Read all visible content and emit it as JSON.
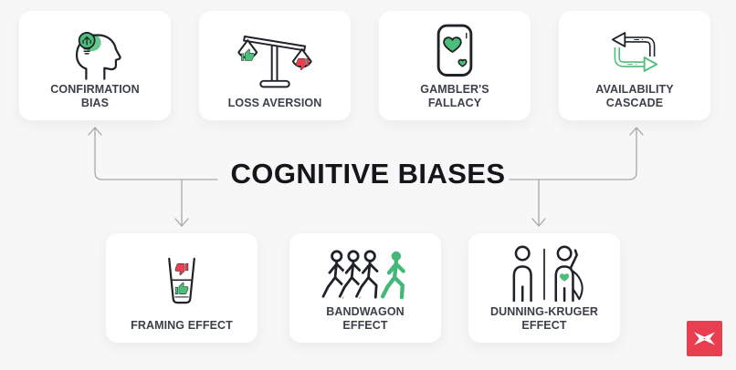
{
  "title": "COGNITIVE BIASES",
  "colors": {
    "accent_green": "#4dbd7a",
    "accent_red": "#e8414f",
    "ink": "#1f2329",
    "label_text": "#3b4049",
    "connector": "#a8a8a8",
    "background": "#f7f7f8",
    "card_background": "#ffffff",
    "logo_red": "#e83e4f"
  },
  "cards_top": [
    {
      "label": "CONFIRMATION BIAS",
      "icon": "head-lightbulb-icon"
    },
    {
      "label": "LOSS AVERSION",
      "icon": "balance-scale-icon"
    },
    {
      "label": "GAMBLER'S FALLACY",
      "icon": "playing-card-hearts-icon"
    },
    {
      "label": "AVAILABILITY CASCADE",
      "icon": "cycle-arrows-icon"
    }
  ],
  "cards_bottom": [
    {
      "label": "FRAMING EFFECT",
      "icon": "half-full-glass-icon"
    },
    {
      "label": "BANDWAGON EFFECT",
      "icon": "walking-crowd-icon"
    },
    {
      "label": "DUNNING-KRUGER EFFECT",
      "icon": "person-superhero-icon"
    }
  ],
  "logo": {
    "name": "xm-logo"
  }
}
